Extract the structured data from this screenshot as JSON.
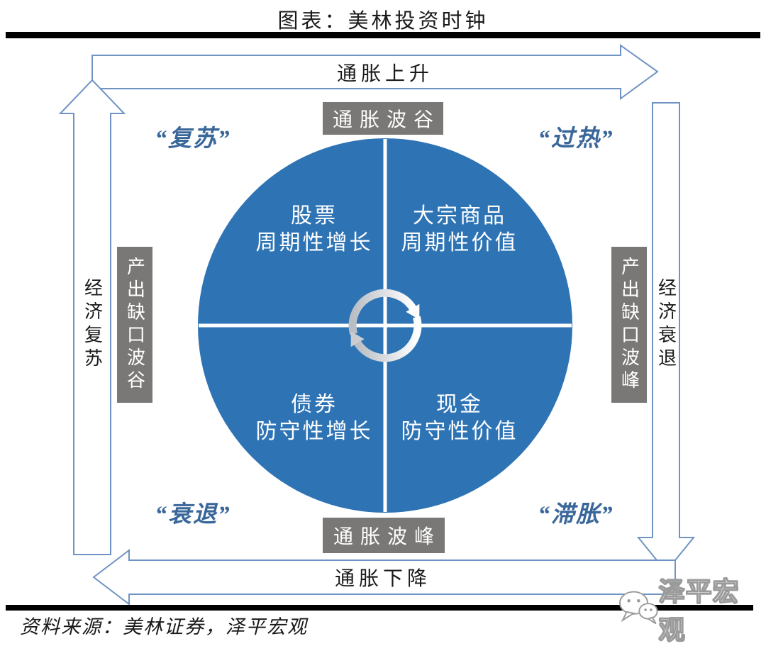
{
  "title": "图表：美林投资时钟",
  "arrows": {
    "top": "通胀上升",
    "bottom": "通胀下降",
    "left": "经济复苏",
    "right": "经济衰退"
  },
  "phases": {
    "top_left": "“复苏”",
    "top_right": "“过热”",
    "bottom_left": "“衰退”",
    "bottom_right": "“滞胀”"
  },
  "boxes": {
    "top": "通胀波谷",
    "bottom": "通胀波峰",
    "left": "产出缺口波谷",
    "right": "产出缺口波峰"
  },
  "quadrants": {
    "top_left": {
      "asset": "股票",
      "style": "周期性增长"
    },
    "top_right": {
      "asset": "大宗商品",
      "style": "周期性价值"
    },
    "bottom_left": {
      "asset": "债券",
      "style": "防守性增长"
    },
    "bottom_right": {
      "asset": "现金",
      "style": "防守性价值"
    }
  },
  "source": "资料来源：美林证券，泽平宏观",
  "watermark": "泽平宏观",
  "icons": {
    "center": "cycle-arrows-icon",
    "watermark": "wechat-logo-icon"
  },
  "colors": {
    "circle": "#2E74B5",
    "gray_box": "#7A7876",
    "arrow_outline": "#6F94C3",
    "phase_text": "#3A679A",
    "rule": "#000000"
  }
}
